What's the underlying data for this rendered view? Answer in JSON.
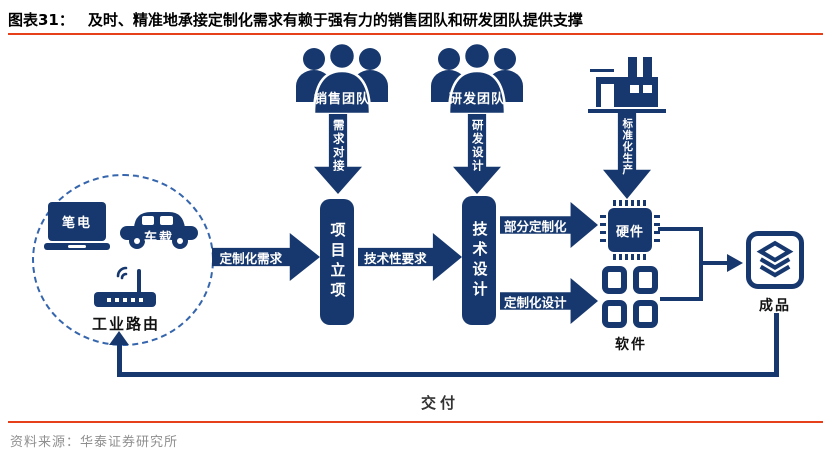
{
  "header": {
    "figure_label": "图表31：",
    "title": "及时、精准地承接定制化需求有赖于强有力的销售团队和研发团队提供支撑"
  },
  "colors": {
    "navy": "#17386E",
    "rule_red": "#E5401A",
    "circle_dash_blue": "#3565AD",
    "footer_gray": "#8F8F8F"
  },
  "demand_sources": {
    "laptop_label": "笔电",
    "car_label": "车载",
    "router_label": "工业路由"
  },
  "teams": {
    "sales_label": "销售团队",
    "sales_arrow": "需求对接",
    "rnd_label": "研发团队",
    "rnd_arrow": "研发设计",
    "factory_arrow": "标准化生产"
  },
  "process": {
    "demand_arrow": "定制化需求",
    "project_box": "项目立项",
    "tech_req_arrow": "技术性要求",
    "tech_design_box": "技术设计",
    "partial_custom_arrow": "部分定制化",
    "hardware_label": "硬件",
    "custom_design_arrow": "定制化设计",
    "software_label": "软件",
    "product_label": "成品",
    "delivery_label": "交付"
  },
  "footer": {
    "source": "资料来源：华泰证券研究所"
  }
}
